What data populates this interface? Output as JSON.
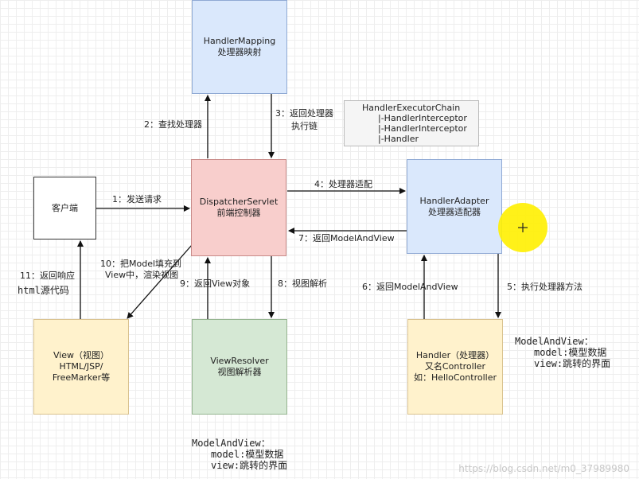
{
  "boxes": {
    "handler_mapping": {
      "line1": "HandlerMapping",
      "line2": "处理器映射"
    },
    "dispatcher": {
      "line1": "DispatcherServlet",
      "line2": "前端控制器"
    },
    "handler_adapter": {
      "line1": "HandlerAdapter",
      "line2": "处理器适配器"
    },
    "client": {
      "line1": "客户端"
    },
    "view": {
      "line1": "View（视图）",
      "line2": "HTML/JSP/",
      "line3": "FreeMarker等"
    },
    "view_resolver": {
      "line1": "ViewResolver",
      "line2": "视图解析器"
    },
    "handler": {
      "line1": "Handler（处理器）",
      "line2": "又名Controller",
      "line3": "如：HelloController"
    }
  },
  "chain": {
    "title": "HandlerExecutorChain",
    "items": [
      "|-HandlerInterceptor",
      "|-HandlerInterceptor",
      "|-Handler"
    ]
  },
  "steps": {
    "s1": "1：发送请求",
    "s2": "2：查找处理器",
    "s3a": "3：返回处理器",
    "s3b": "执行链",
    "s4": "4：处理器适配",
    "s5": "5：执行处理器方法",
    "s6": "6：返回ModelAndView",
    "s7": "7：返回ModelAndView",
    "s8": "8：视图解析",
    "s9": "9：返回View对象",
    "s10a": "10：把Model填充到",
    "s10b": "View中，渲染视图",
    "s11a": "11：返回响应",
    "s11b": "html源代码"
  },
  "notes": {
    "right": {
      "l1": "ModelAndView：",
      "l2": "model:模型数据",
      "l3": "view:跳转的界面"
    },
    "bottom": {
      "l1": "ModelAndView：",
      "l2": "model:模型数据",
      "l3": "view:跳转的界面"
    }
  },
  "watermark": "https://blog.csdn.net/m0_37989980"
}
